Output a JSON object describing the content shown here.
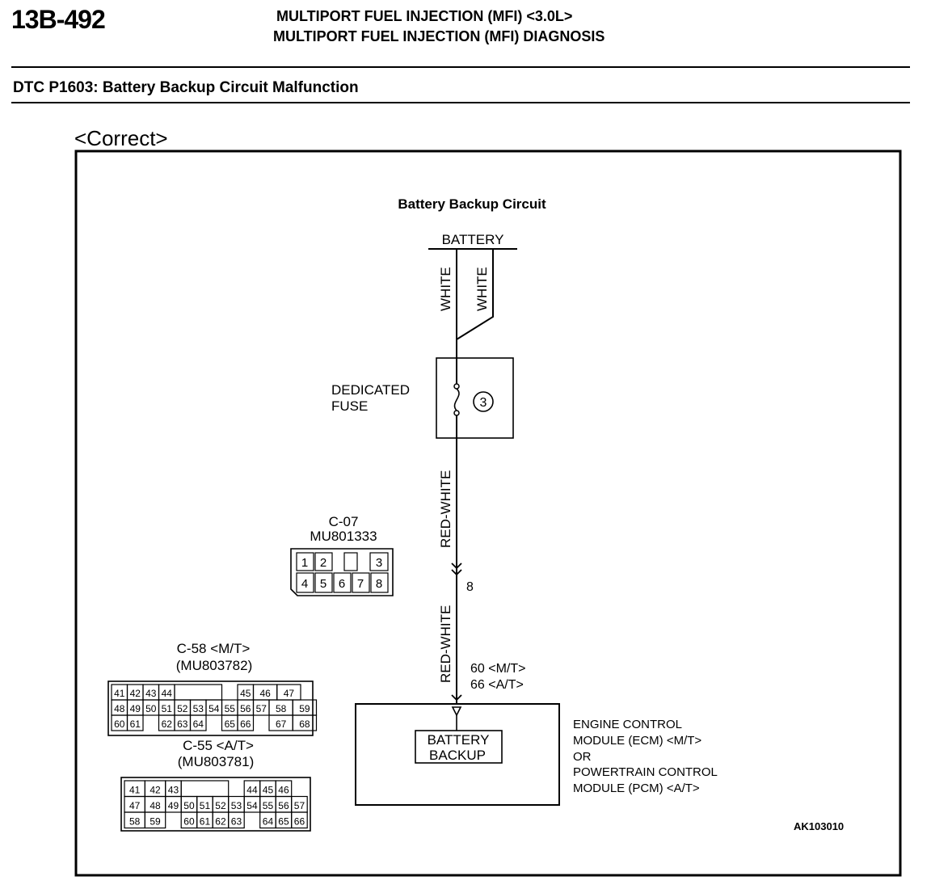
{
  "header": {
    "page_number": "13B-492",
    "title_line1": "MULTIPORT FUEL INJECTION (MFI) <3.0L>",
    "title_line2": "MULTIPORT FUEL INJECTION (MFI) DIAGNOSIS"
  },
  "dtc_title": "DTC P1603: Battery Backup Circuit Malfunction",
  "section_label": "<Correct>",
  "diagram": {
    "title": "Battery Backup Circuit",
    "battery_label": "BATTERY",
    "wire_white_1": "WHITE",
    "wire_white_2": "WHITE",
    "fuse_label_line1": "DEDICATED",
    "fuse_label_line2": "FUSE",
    "fuse_number": "3",
    "wire_red_white_1": "RED-WHITE",
    "wire_red_white_2": "RED-WHITE",
    "pin_8": "8",
    "pin_mt": "60 <M/T>",
    "pin_at": "66 <A/T>",
    "module_block_line1": "BATTERY",
    "module_block_line2": "BACKUP",
    "module_desc": [
      "ENGINE CONTROL",
      "MODULE (ECM) <M/T>",
      "OR",
      "POWERTRAIN CONTROL",
      "MODULE (PCM) <A/T>"
    ],
    "ref_code": "AK103010"
  },
  "connectors": {
    "c07": {
      "name": "C-07",
      "part": "MU801333",
      "row1": [
        "1",
        "2",
        "",
        "3"
      ],
      "row2": [
        "4",
        "5",
        "6",
        "7",
        "8"
      ]
    },
    "c58": {
      "name": "C-58 <M/T>",
      "part": "(MU803782)",
      "row1": [
        "41",
        "42",
        "43",
        "44",
        "45",
        "46",
        "47"
      ],
      "row2": [
        "48",
        "49",
        "50",
        "51",
        "52",
        "53",
        "54",
        "55",
        "56",
        "57",
        "58",
        "59"
      ],
      "row3": [
        "60",
        "61",
        "62",
        "63",
        "64",
        "65",
        "66",
        "67",
        "68"
      ]
    },
    "c55": {
      "name": "C-55 <A/T>",
      "part": "(MU803781)",
      "row1": [
        "41",
        "42",
        "43",
        "44",
        "45",
        "46"
      ],
      "row2": [
        "47",
        "48",
        "49",
        "50",
        "51",
        "52",
        "53",
        "54",
        "55",
        "56",
        "57"
      ],
      "row3": [
        "58",
        "59",
        "60",
        "61",
        "62",
        "63",
        "64",
        "65",
        "66"
      ]
    }
  }
}
